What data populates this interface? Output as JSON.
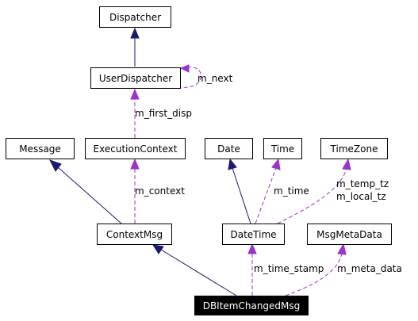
{
  "nodes": {
    "dispatcher": "Dispatcher",
    "user_dispatcher": "UserDispatcher",
    "message": "Message",
    "execution_context": "ExecutionContext",
    "date": "Date",
    "time": "Time",
    "timezone": "TimeZone",
    "context_msg": "ContextMsg",
    "date_time": "DateTime",
    "msg_meta_data": "MsgMetaData",
    "db_item_changed_msg": "DBItemChangedMsg"
  },
  "edges": {
    "m_next": "m_next",
    "m_first_disp": "m_first_disp",
    "m_context": "m_context",
    "m_time": "m_time",
    "m_temp_tz": "m_temp_tz",
    "m_local_tz": "m_local_tz",
    "m_time_stamp": "m_time_stamp",
    "m_meta_data": "m_meta_data"
  },
  "colors": {
    "inheritance": "#191970",
    "usage": "#9a32cd",
    "focus_fill": "#000000",
    "focus_text": "#ffffff"
  }
}
